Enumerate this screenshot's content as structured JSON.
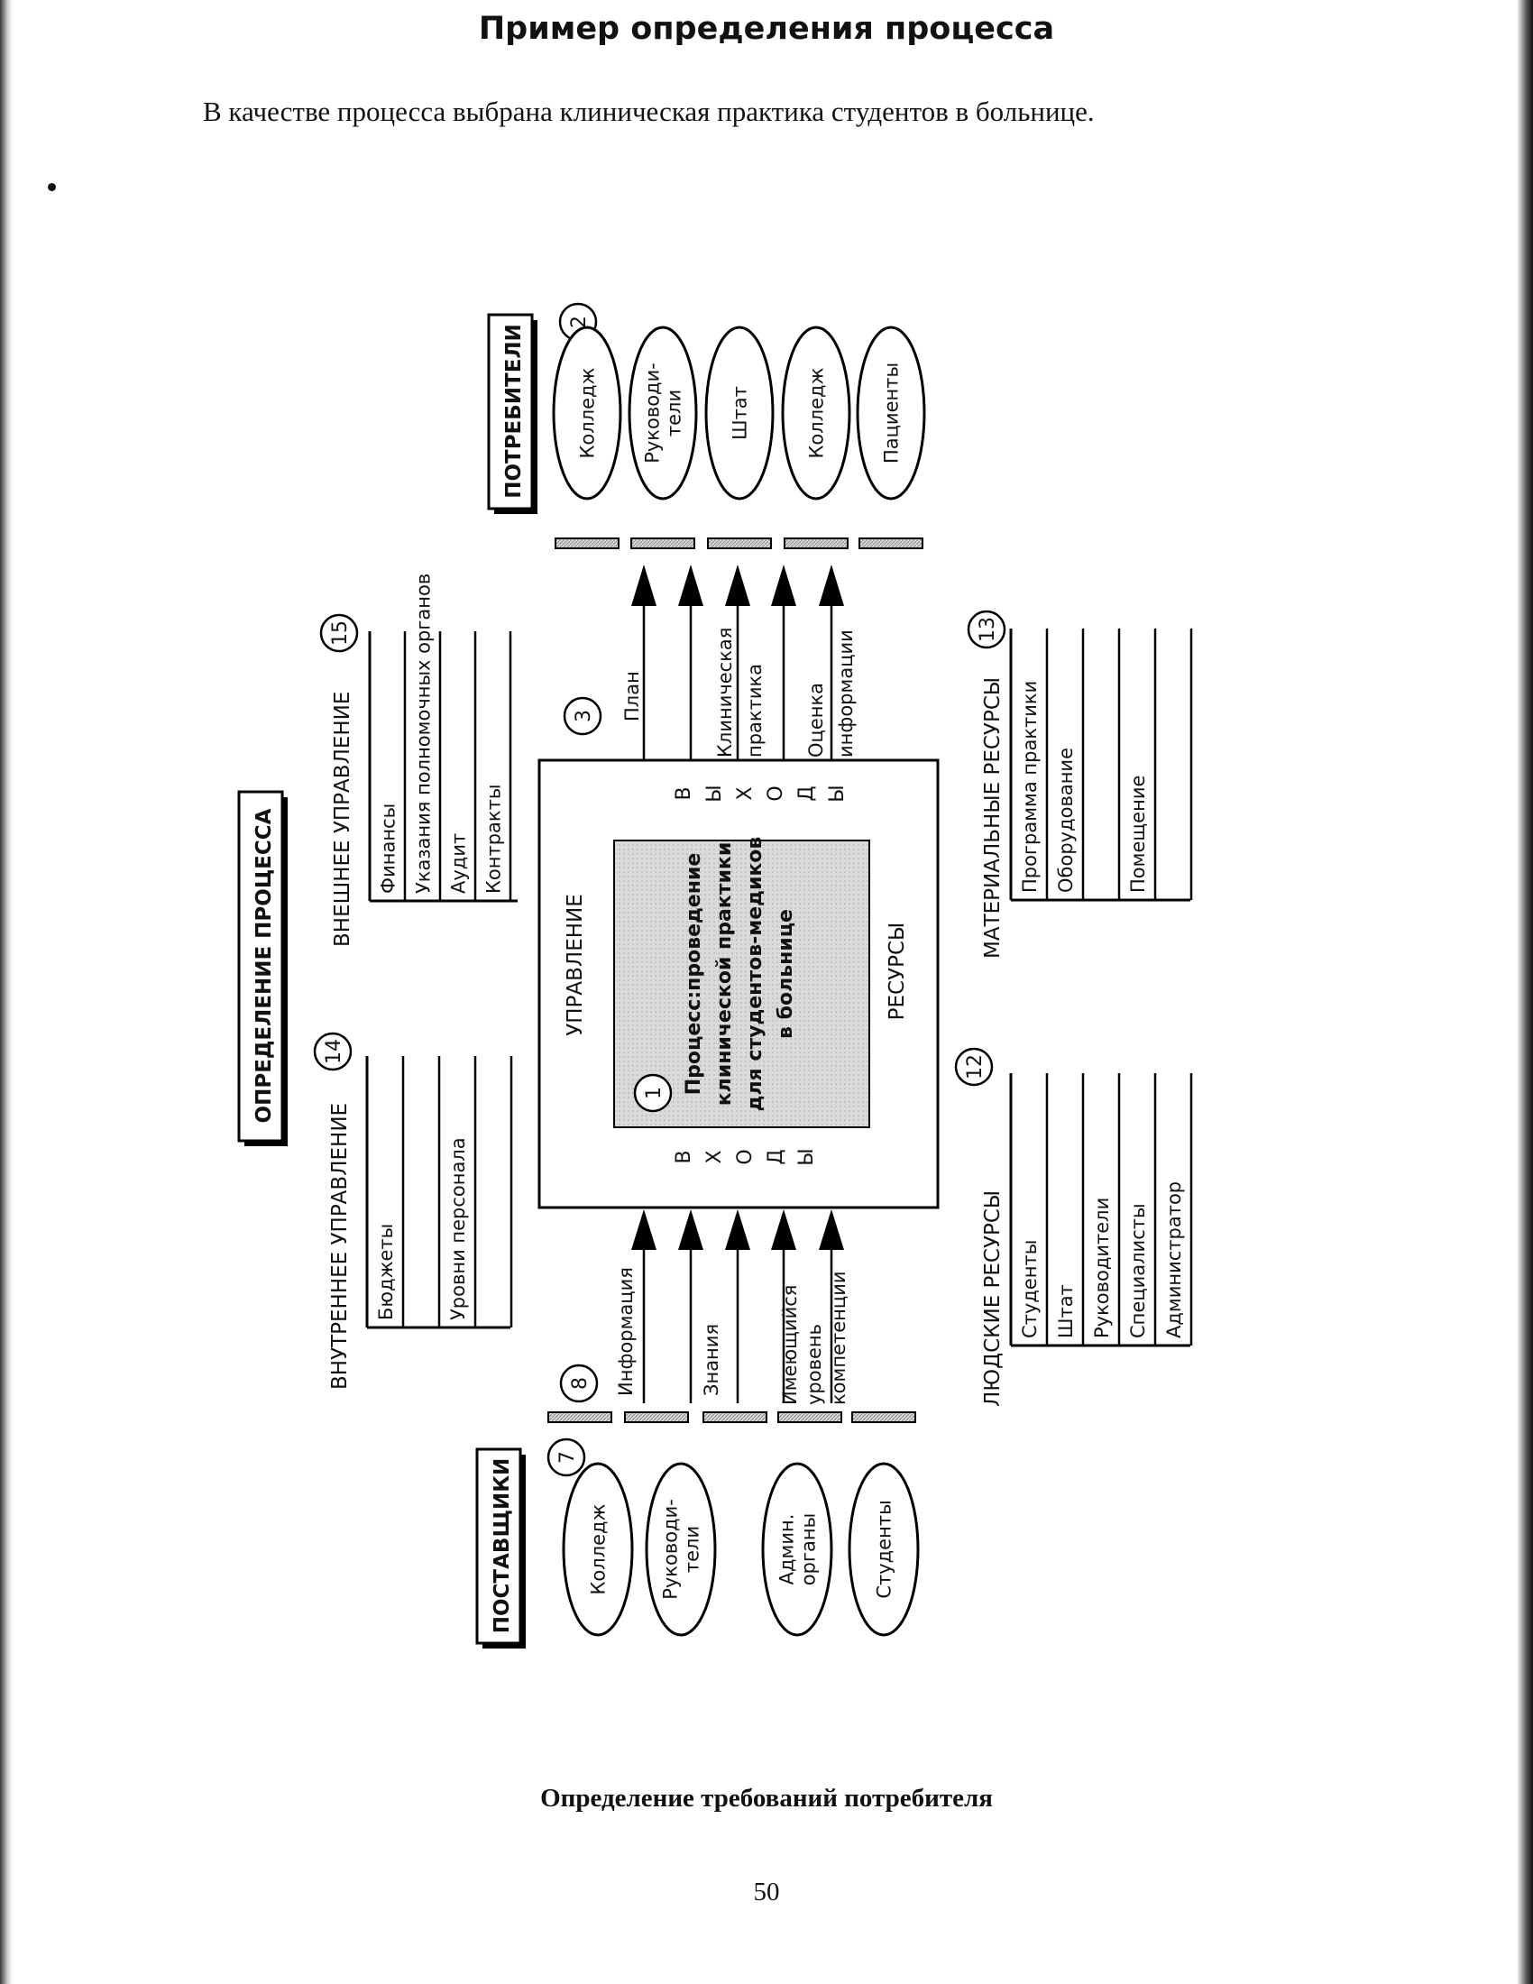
{
  "page": {
    "title": "Пример определения процесса",
    "intro": "В качестве процесса выбрана клиническая практика студентов в больнице.",
    "caption": "Определение требований потребителя",
    "page_number": "50"
  },
  "diagram": {
    "definition_banner": "ОПРЕДЕЛЕНИЕ ПРОЦЕССА",
    "process": {
      "number": "1",
      "lines": [
        "Процесс:проведение",
        "клинической практики",
        "для студентов-медиков",
        "в больнице"
      ]
    },
    "side_labels": {
      "control": "УПРАВЛЕНИЕ",
      "resources": "РЕСУРСЫ",
      "outputs_letters": [
        "В",
        "Ы",
        "Х",
        "О",
        "Д",
        "Ы"
      ],
      "inputs_letters": [
        "В",
        "Х",
        "О",
        "Д",
        "Ы"
      ]
    },
    "consumers": {
      "title": "ПОТРЕБИТЕЛИ",
      "number": "2",
      "items": [
        [
          "Колледж"
        ],
        [
          "Руководи-",
          "тели"
        ],
        [
          "Штат"
        ],
        [
          "Колледж"
        ],
        [
          "Пациенты"
        ]
      ]
    },
    "outputs": {
      "number": "3",
      "items": [
        [
          "План"
        ],
        [
          "Клиническая",
          "практика"
        ],
        [
          "Оценка",
          "информации"
        ]
      ]
    },
    "suppliers": {
      "title": "ПОСТАВЩИКИ",
      "number": "7",
      "items": [
        [
          "Колледж"
        ],
        [
          "Руководи-",
          "тели"
        ],
        [
          "Админ.",
          "органы"
        ],
        [
          "Студенты"
        ]
      ]
    },
    "inputs": {
      "number": "8",
      "items": [
        [
          "Информация"
        ],
        [
          "Знания"
        ],
        [
          "Имеющийся",
          "уровень",
          "компетенции"
        ]
      ]
    },
    "human_resources": {
      "title": "ЛЮДСКИЕ РЕСУРСЫ",
      "number": "12",
      "items": [
        "Студенты",
        "Штат",
        "Руководители",
        "Специалисты",
        "Администратор"
      ]
    },
    "material_resources": {
      "title": "МАТЕРИАЛЬНЫЕ РЕСУРСЫ",
      "number": "13",
      "items": [
        "Программа практики",
        "Оборудование",
        "",
        "Помещение",
        ""
      ]
    },
    "internal_control": {
      "title": "ВНУТРЕННЕЕ УПРАВЛЕНИЕ",
      "number": "14",
      "items": [
        "Бюджеты",
        "",
        "Уровни персонала",
        ""
      ]
    },
    "external_control": {
      "title": "ВНЕШНЕЕ УПРАВЛЕНИЕ",
      "number": "15",
      "items": [
        "Финансы",
        "Указания полномочных органов",
        "Аудит",
        "Контракты"
      ]
    }
  }
}
